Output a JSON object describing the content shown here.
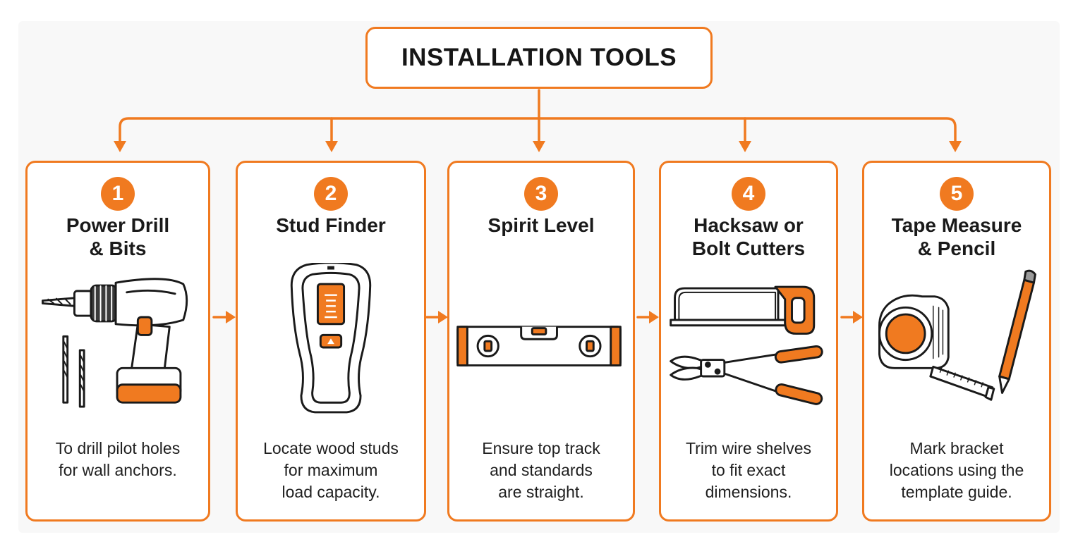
{
  "title": "INSTALLATION TOOLS",
  "colors": {
    "accent": "#f07a20",
    "outline": "#1a1a1a",
    "background": "#f8f8f8"
  },
  "tools": [
    {
      "number": "1",
      "title_lines": [
        "Power Drill",
        "& Bits"
      ],
      "desc_lines": [
        "To drill pilot holes",
        "for wall anchors."
      ],
      "icon": "power-drill-icon"
    },
    {
      "number": "2",
      "title_lines": [
        "Stud Finder"
      ],
      "desc_lines": [
        "Locate wood studs",
        "for maximum",
        "load capacity."
      ],
      "icon": "stud-finder-icon"
    },
    {
      "number": "3",
      "title_lines": [
        "Spirit Level"
      ],
      "desc_lines": [
        "Ensure top track",
        "and standards",
        "are straight."
      ],
      "icon": "spirit-level-icon"
    },
    {
      "number": "4",
      "title_lines": [
        "Hacksaw or",
        "Bolt Cutters"
      ],
      "desc_lines": [
        "Trim wire shelves",
        "to fit exact",
        "dimensions."
      ],
      "icon": "hacksaw-bolt-cutters-icon"
    },
    {
      "number": "5",
      "title_lines": [
        "Tape Measure",
        "& Pencil"
      ],
      "desc_lines": [
        "Mark bracket",
        "locations using the",
        "template guide."
      ],
      "icon": "tape-measure-pencil-icon"
    }
  ]
}
